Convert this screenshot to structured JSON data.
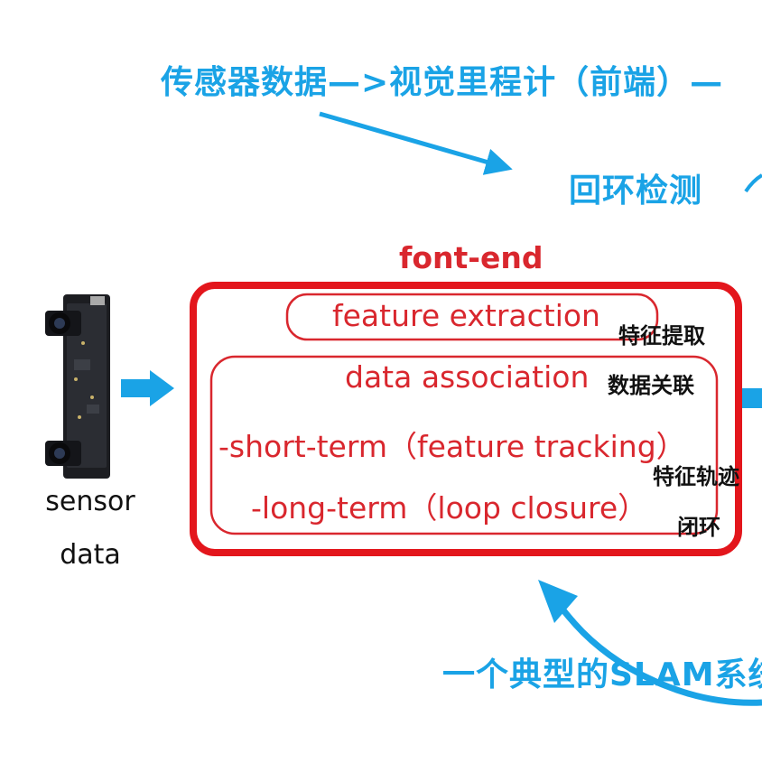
{
  "headings": {
    "top": "传感器数据—>视觉里程计（前端）—",
    "loop_detection": "回环检测",
    "bottom": "一个典型的SLAM系统"
  },
  "frontend": {
    "title": "font-end",
    "feature_extraction": "feature extraction",
    "data_association": "data association",
    "short_term": "-short-term（feature tracking）",
    "long_term": "-long-term（loop closure）"
  },
  "notes": {
    "feature_extraction": "特征提取",
    "data_association": "数据关联",
    "feature_tracking": "特征轨迹",
    "loop_closure": "闭环"
  },
  "sensor": {
    "line1": "sensor",
    "line2": "data"
  },
  "colors": {
    "blue": "#1aa3e6",
    "red": "#d9272e",
    "board": "#1c1d21"
  }
}
